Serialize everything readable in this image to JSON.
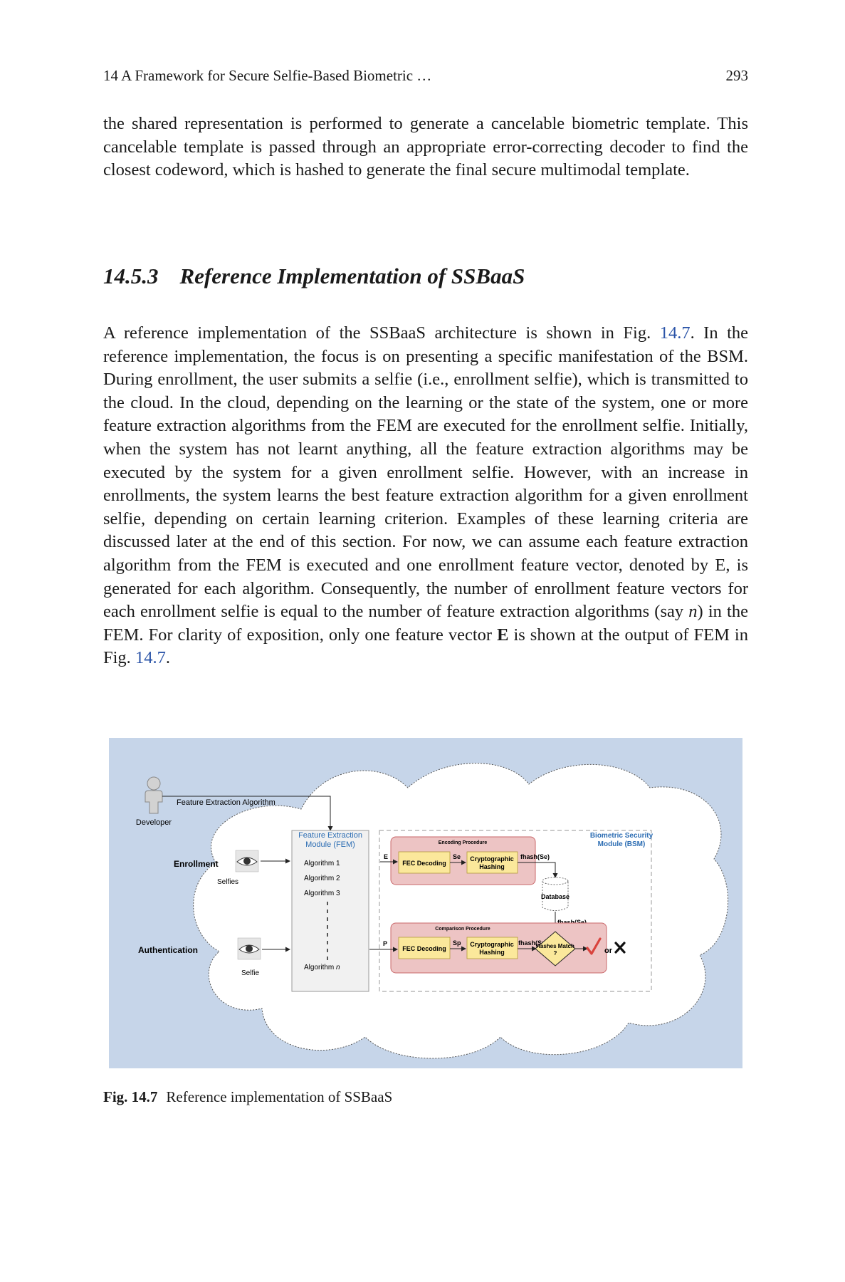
{
  "header": {
    "chapter": "14   A Framework for Secure Selfie-Based Biometric …",
    "page_number": "293"
  },
  "paragraph1": "the shared representation is performed to generate a cancelable biometric template. This cancelable template is passed through an appropriate error-correcting decoder to find the closest codeword, which is hashed to generate the final secure multimodal template.",
  "section": {
    "number": "14.5.3",
    "title": "Reference Implementation of SSBaaS"
  },
  "paragraph2": {
    "t1": "A reference implementation of the SSBaaS architecture is shown in Fig. ",
    "ref1": "14.7",
    "t2": ". In the reference implementation, the focus is on presenting a specific manifestation of the BSM. During enrollment, the user submits a selfie (i.e., enrollment selfie), which is transmitted to the cloud. In the cloud, depending on the learning or the state of the system, one or more feature extraction algorithms from the FEM are executed for the enrollment selfie. Initially, when the system has not learnt anything, all the feature extraction algorithms may be executed by the system for a given enrollment selfie. However, with an increase in enrollments, the system learns the best feature extraction algorithm for a given enrollment selfie, depending on certain learning criterion. Examples of these learning criteria are discussed later at the end of this section. For now, we can assume each feature extraction algorithm from the FEM is executed and one enrollment feature vector, denoted by E, is generated for each algorithm. Consequently, the number of enrollment feature vectors for each enrollment selfie is equal to the number of feature extraction algorithms (say ",
    "var_n": "n",
    "t3": ") in the FEM. For clarity of exposition, only one feature vector ",
    "bold_E": "E",
    "t4": " is shown at the output of FEM in Fig. ",
    "ref2": "14.7",
    "t5": "."
  },
  "figure": {
    "developer": "Developer",
    "feature_extraction_algorithm": "Feature Extraction Algorithm",
    "enrollment": "Enrollment",
    "selfies": "Selfies",
    "authentication": "Authentication",
    "selfie": "Selfie",
    "fem_line1": "Feature Extraction",
    "fem_line2": "Module (FEM)",
    "algo1": "Algorithm 1",
    "algo2": "Algorithm 2",
    "algo3": "Algorithm 3",
    "algon_prefix": "Algorithm ",
    "algon_var": "n",
    "bsm_line1": "Biometric Security",
    "bsm_line2": "Module (BSM)",
    "encoding_procedure": "Encoding Procedure",
    "comparison_procedure": "Comparison Procedure",
    "fec_decoding": "FEC Decoding",
    "crypto_line1": "Cryptographic",
    "crypto_line2": "Hashing",
    "label_E": "E",
    "label_P": "P",
    "se": "Se",
    "sp": "Sp",
    "fhash_se": "fhash(Se)",
    "fhash_sp": "fhash(Sp)",
    "database": "Database",
    "hashes_match_line1": "Hashes Match",
    "hashes_match_line2": "?",
    "or": "or",
    "check_icon": "check-mark",
    "cross_icon": "cross-mark",
    "colors": {
      "background": "#c6d5e9",
      "cloud": "#ffffff",
      "procedure_box": "#edc4c4",
      "procedure_border": "#c9676a",
      "yellow_box": "#fbe89b",
      "fem_box": "#f1f1f1",
      "title_blue": "#2c6db3",
      "check_red": "#d9433d"
    }
  },
  "caption": {
    "label": "Fig. 14.7",
    "text": "Reference implementation of SSBaaS"
  }
}
